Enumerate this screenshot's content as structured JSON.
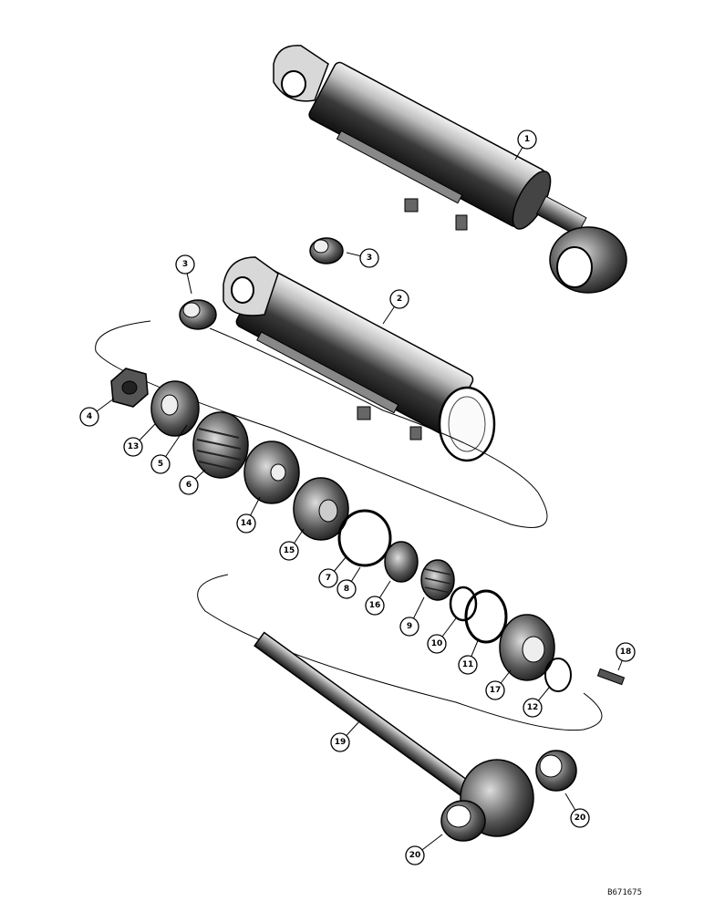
{
  "diagram": {
    "drawing_number": "B671675",
    "callouts": [
      {
        "id": "c1",
        "label": "1"
      },
      {
        "id": "c2",
        "label": "2"
      },
      {
        "id": "c3a",
        "label": "3"
      },
      {
        "id": "c3b",
        "label": "3"
      },
      {
        "id": "c4",
        "label": "4"
      },
      {
        "id": "c5",
        "label": "5"
      },
      {
        "id": "c6",
        "label": "6"
      },
      {
        "id": "c7",
        "label": "7"
      },
      {
        "id": "c8",
        "label": "8"
      },
      {
        "id": "c9",
        "label": "9"
      },
      {
        "id": "c10",
        "label": "10"
      },
      {
        "id": "c11",
        "label": "11"
      },
      {
        "id": "c12",
        "label": "12"
      },
      {
        "id": "c13",
        "label": "13"
      },
      {
        "id": "c14",
        "label": "14"
      },
      {
        "id": "c15",
        "label": "15"
      },
      {
        "id": "c16",
        "label": "16"
      },
      {
        "id": "c17",
        "label": "17"
      },
      {
        "id": "c18",
        "label": "18"
      },
      {
        "id": "c19",
        "label": "19"
      },
      {
        "id": "c20a",
        "label": "20"
      },
      {
        "id": "c20b",
        "label": "20"
      }
    ]
  }
}
